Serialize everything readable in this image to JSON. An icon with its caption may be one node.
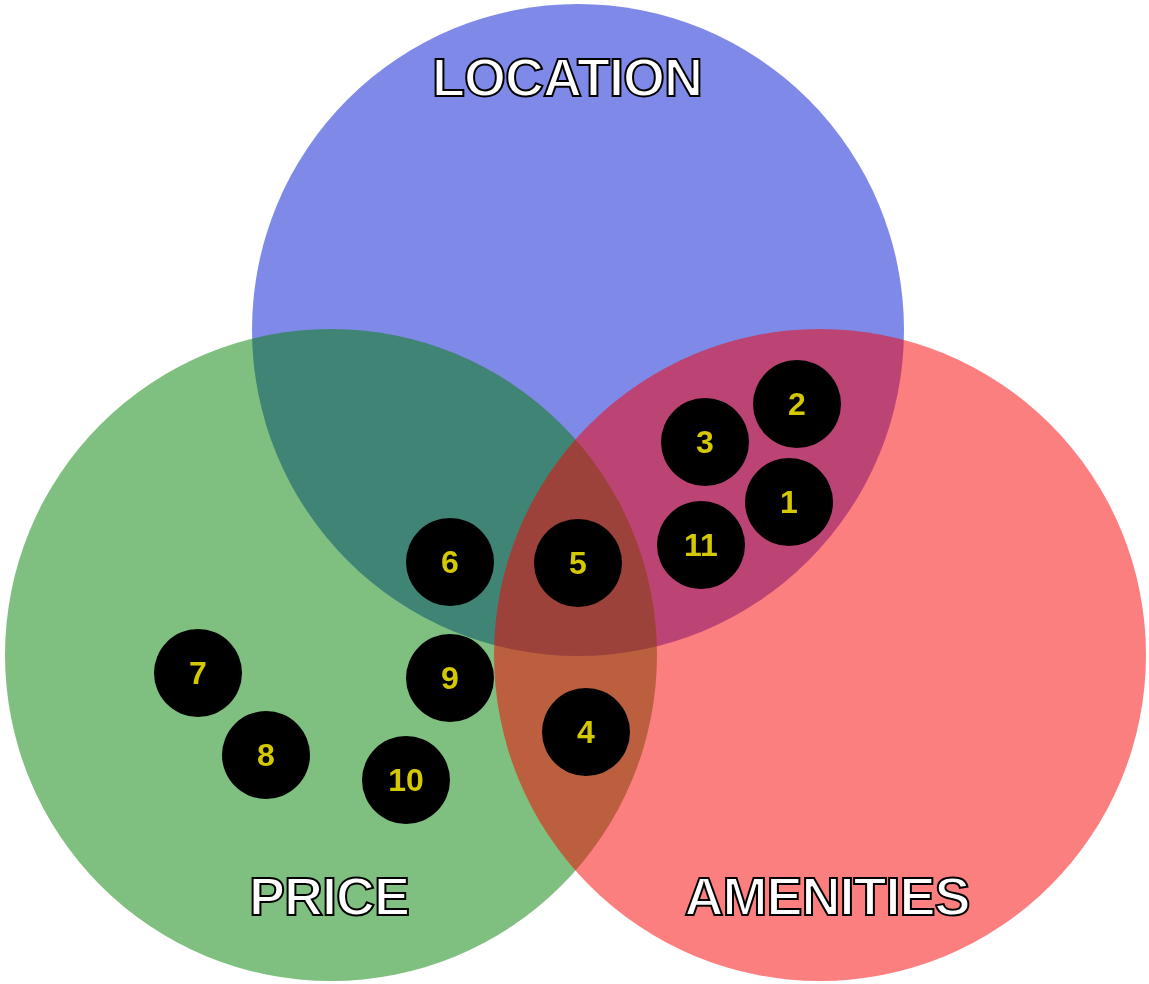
{
  "diagram": {
    "nodes": [
      {
        "text": [
          "LOCATION"
        ]
      },
      {
        "text": [
          "PRICE"
        ]
      },
      {
        "text": [
          "AMENITIES"
        ]
      },
      {
        "text": [
          "2"
        ]
      },
      {
        "text": [
          "3"
        ]
      },
      {
        "text": [
          "1"
        ]
      },
      {
        "text": [
          "11"
        ]
      },
      {
        "text": [
          "6"
        ]
      },
      {
        "text": [
          "5"
        ]
      },
      {
        "text": [
          "7"
        ],
        "in": 1
      },
      {
        "text": [
          "9"
        ],
        "in": 1
      },
      {
        "text": [
          "4"
        ]
      },
      {
        "text": [
          "8"
        ],
        "in": 1
      },
      {
        "text": [
          "10"
        ],
        "in": 1
      }
    ]
  }
}
